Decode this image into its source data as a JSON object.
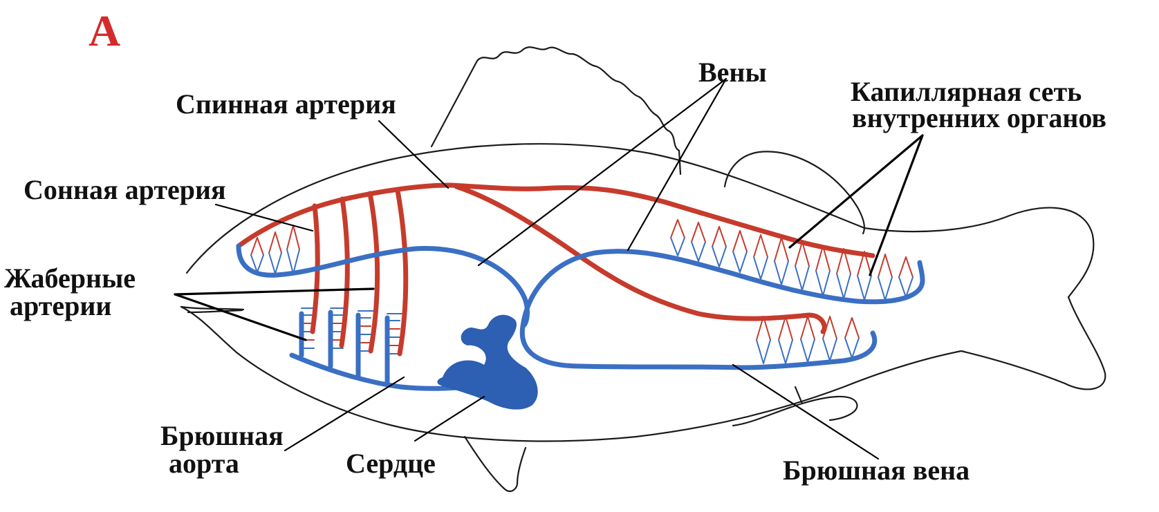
{
  "panel_letter": "А",
  "labels": {
    "veins": "Вены",
    "dorsal_artery": "Спинная артерия",
    "capillary_line1": "Капиллярная сеть",
    "capillary_line2": "внутренних органов",
    "carotid_artery": "Сонная артерия",
    "gill_arteries_line1": "Жаберные",
    "gill_arteries_line2": "артерии",
    "ventral_aorta_line1": "Брюшная",
    "ventral_aorta_line2": "аорта",
    "heart": "Сердце",
    "abdominal_vein": "Брюшная вена"
  },
  "colors": {
    "artery": "#c63b2c",
    "vein": "#3a6fc4",
    "heart": "#2d5fb3",
    "panel_letter": "#d52a2a",
    "outline": "#1a1a1a",
    "text": "#111111"
  }
}
